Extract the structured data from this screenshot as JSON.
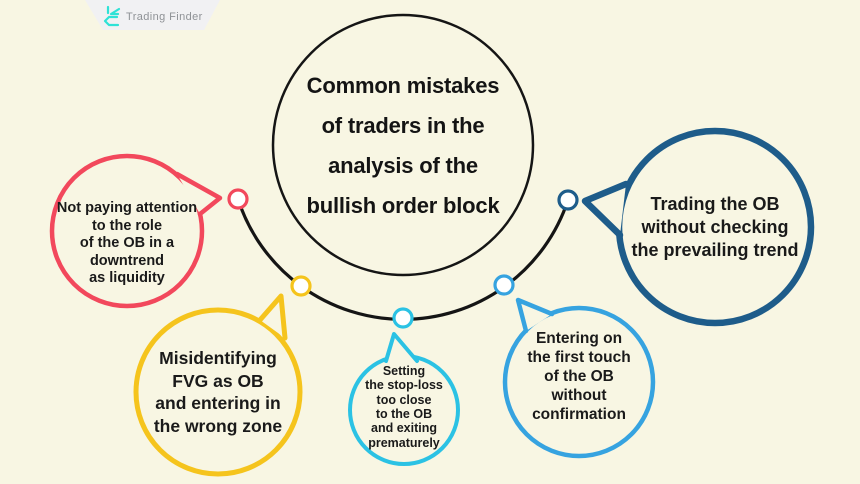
{
  "background_color": "#f8f6e3",
  "line_color": "#151515",
  "text_color": "#1a1a1a",
  "logo": {
    "text": "Trading Finder",
    "text_color": "#8f9296",
    "icon_color": "#2fe2d6",
    "banner_bg": "#f1f1f3"
  },
  "center": {
    "title": "Common mistakes\nof traders in the\nanalysis of the\nbullish order block"
  },
  "bubbles": [
    {
      "id": "not-paying-attention",
      "text": "Not paying attention\nto the role\nof the OB in a\ndowntrend\nas liquidity",
      "color": "#f2485c"
    },
    {
      "id": "trading-ob-without-trend-check",
      "text": "Trading the OB\nwithout checking\nthe prevailing trend",
      "color": "#1e5c8a"
    },
    {
      "id": "misidentifying-fvg",
      "text": "Misidentifying\nFVG as OB\nand entering in\nthe wrong zone",
      "color": "#f5c41d"
    },
    {
      "id": "stop-loss-too-close",
      "text": "Setting\nthe stop-loss\ntoo close\nto the OB\nand exiting\nprematurely",
      "color": "#2bc2e4"
    },
    {
      "id": "entering-first-touch",
      "text": "Entering on\nthe first touch\nof the OB\nwithout\nconfirmation",
      "color": "#36a3e0"
    }
  ]
}
